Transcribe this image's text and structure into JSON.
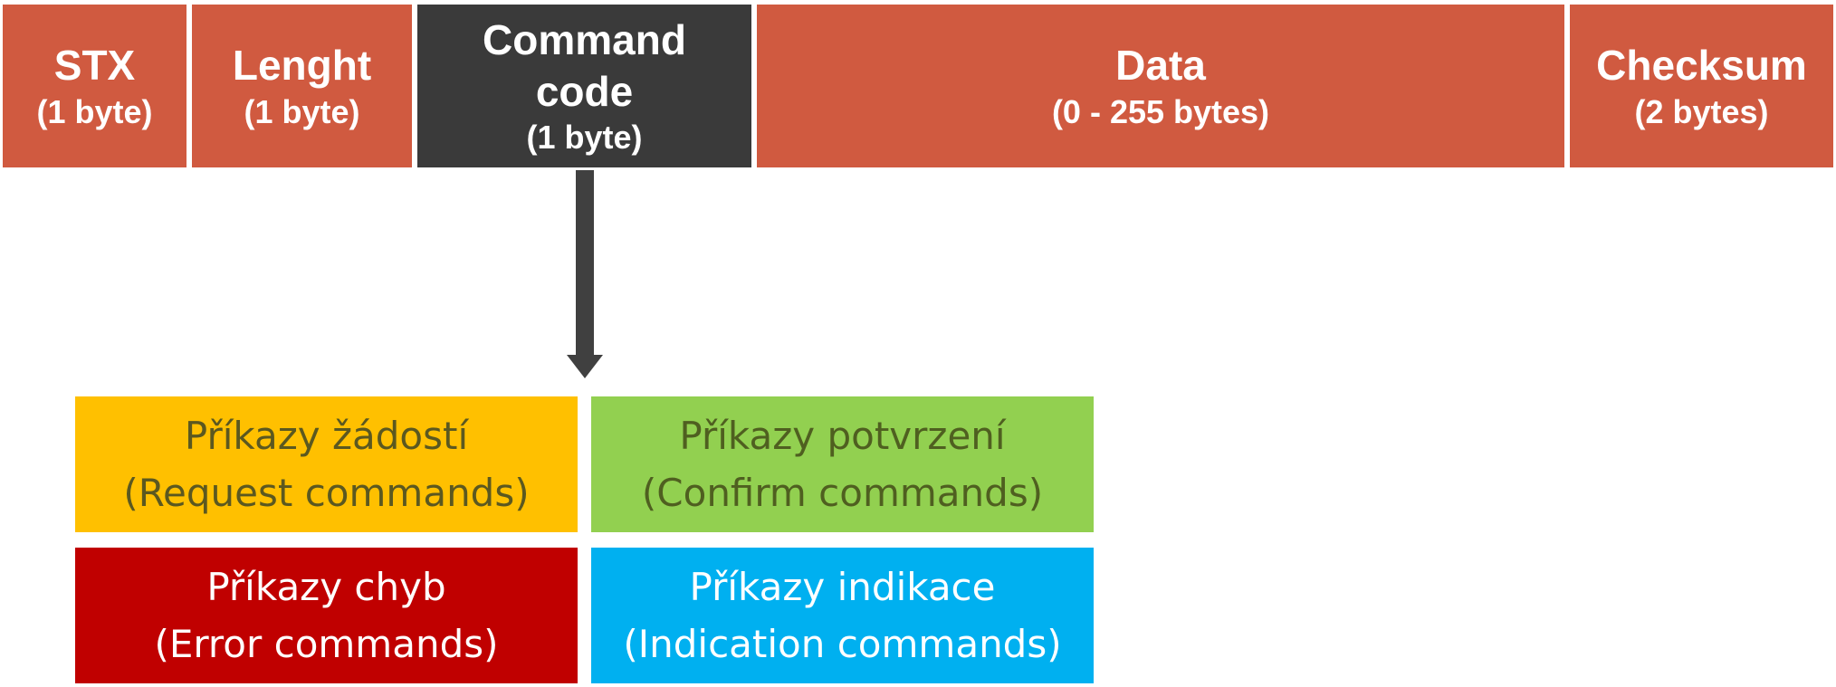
{
  "frame": {
    "fields": [
      {
        "name": "STX",
        "size": "(1 byte)"
      },
      {
        "name": "Lenght",
        "size": "(1 byte)"
      },
      {
        "name_line1": "Command",
        "name_line2": "code",
        "size": "(1 byte)"
      },
      {
        "name": "Data",
        "size": "(0 - 255 bytes)"
      },
      {
        "name": "Checksum",
        "size": "(2 bytes)"
      }
    ]
  },
  "categories": [
    {
      "line1": "Příkazy žádostí",
      "line2": "(Request commands)",
      "color": "#ffc000",
      "text_color": "#5b5820"
    },
    {
      "line1": "Příkazy potvrzení",
      "line2": "(Confirm commands)",
      "color": "#92d050",
      "text_color": "#4f5f20"
    },
    {
      "line1": "Příkazy chyb",
      "line2": "(Error commands)",
      "color": "#c00000",
      "text_color": "#ffffff"
    },
    {
      "line1": "Příkazy indikace",
      "line2": "(Indication commands)",
      "color": "#00b0f0",
      "text_color": "#ffffff"
    }
  ],
  "colors": {
    "field_red": "#d05a40",
    "field_dark": "#3a3a3a",
    "arrow": "#404040"
  }
}
